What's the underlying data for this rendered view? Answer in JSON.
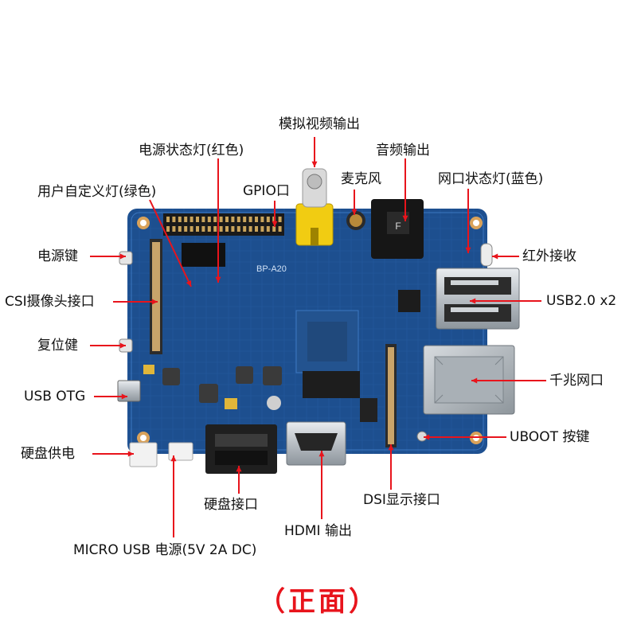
{
  "labels": {
    "analog_video_out": "模拟视频输出",
    "power_status_led": "电源状态灯(红色)",
    "audio_out": "音频输出",
    "user_led": "用户自定义灯(绿色)",
    "gpio": "GPIO口",
    "microphone": "麦克风",
    "eth_status_led": "网口状态灯(蓝色)",
    "power_key": "电源键",
    "ir_receiver": "红外接收",
    "csi_port": "CSI摄像头接口",
    "usb2": "USB2.0 x2",
    "reset_key": "复位健",
    "gigabit_eth": "千兆网口",
    "usb_otg": "USB OTG",
    "uboot_key": "UBOOT 按键",
    "hdd_power": "硬盘供电",
    "sata": "硬盘接口",
    "dsi": "DSI显示接口",
    "hdmi": "HDMI 输出",
    "micro_usb_power": "MICRO USB 电源(5V 2A DC)"
  },
  "board": {
    "model": "BP-A20",
    "pcb_color": "#1d4f8f",
    "silk_color": "#cfe0f5"
  },
  "caption": "（正面）",
  "colors": {
    "leader": "#e8141c",
    "caption": "#e8141c"
  }
}
